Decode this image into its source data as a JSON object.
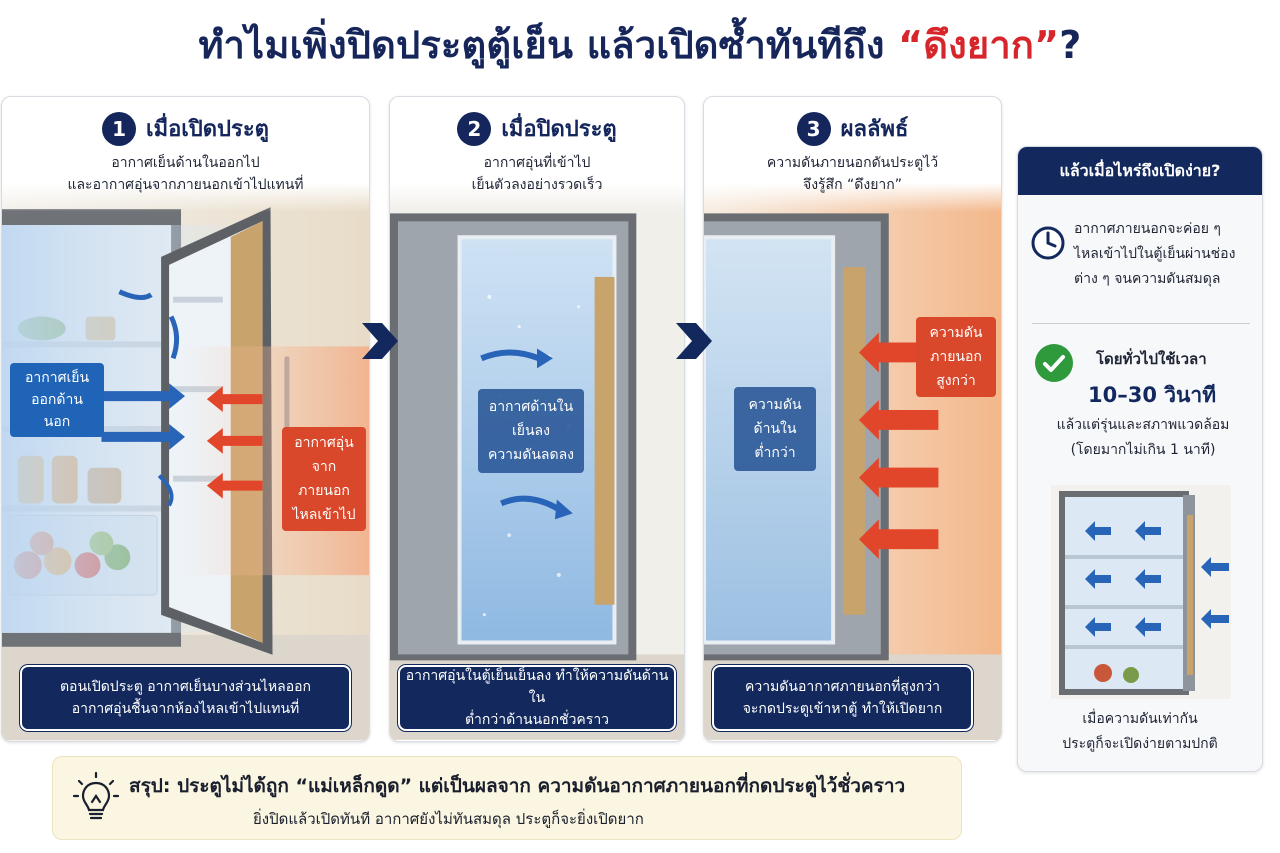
{
  "title": {
    "main": "ทำไมเพิ่งปิดประตูตู้เย็น แล้วเปิดซ้ำทันทีถึง ",
    "accent": "“ดึงยาก”",
    "tail": "?"
  },
  "colors": {
    "navy": "#14265c",
    "accent_red": "#d7262b",
    "cold_blue": "#2064b8",
    "warm_orange": "#d9482a",
    "summary_bg": "#fbf6e2"
  },
  "steps": [
    {
      "num": "1",
      "title": "เมื่อเปิดประตู",
      "desc": "อากาศเย็นด้านในออกไป\nและอากาศอุ่นจากภายนอกเข้าไปแทนที่",
      "label_cold": "อากาศเย็น\nออกด้านนอก",
      "label_warm": "อากาศอุ่น\nจากภายนอก\nไหลเข้าไป",
      "caption": "ตอนเปิดประตู อากาศเย็นบางส่วนไหลออก\nอากาศอุ่นชื้นจากห้องไหลเข้าไปแทนที่"
    },
    {
      "num": "2",
      "title": "เมื่อปิดประตู",
      "desc": "อากาศอุ่นที่เข้าไป\nเย็นตัวลงอย่างรวดเร็ว",
      "label_inside": "อากาศด้านใน\nเย็นลง\nความดันลดลง",
      "caption": "อากาศอุ่นในตู้เย็นเย็นลง ทำให้ความดันด้านใน\nต่ำกว่าด้านนอกชั่วคราว"
    },
    {
      "num": "3",
      "title": "ผลลัพธ์",
      "desc": "ความดันภายนอกดันประตูไว้\nจึงรู้สึก “ดึงยาก”",
      "label_inside": "ความดัน\nด้านใน\nต่ำกว่า",
      "label_outside": "ความดัน\nภายนอก\nสูงกว่า",
      "caption": "ความดันอากาศภายนอกที่สูงกว่า\nจะกดประตูเข้าหาตู้ ทำให้เปิดยาก"
    }
  ],
  "side": {
    "header": "แล้วเมื่อไหร่ถึงเปิดง่าย?",
    "clock_text": "อากาศภายนอกจะค่อย ๆ\nไหลเข้าไปในตู้เย็นผ่านช่อง\nต่าง ๆ จนความดันสมดุล",
    "normal_label": "โดยทั่วไปใช้เวลา",
    "range": "10–30 วินาที",
    "range_note": "แล้วแต่รุ่นและสภาพแวดล้อม\n(โดยมากไม่เกิน 1 นาที)",
    "footer": "เมื่อความดันเท่ากัน\nประตูก็จะเปิดง่ายตามปกติ"
  },
  "summary": {
    "line1": "สรุป: ประตูไม่ได้ถูก “แม่เหล็กดูด” แต่เป็นผลจาก ความดันอากาศภายนอกที่กดประตูไว้ชั่วคราว",
    "line2": "ยิ่งปิดแล้วเปิดทันที อากาศยังไม่ทันสมดุล ประตูก็จะยิ่งเปิดยาก"
  }
}
